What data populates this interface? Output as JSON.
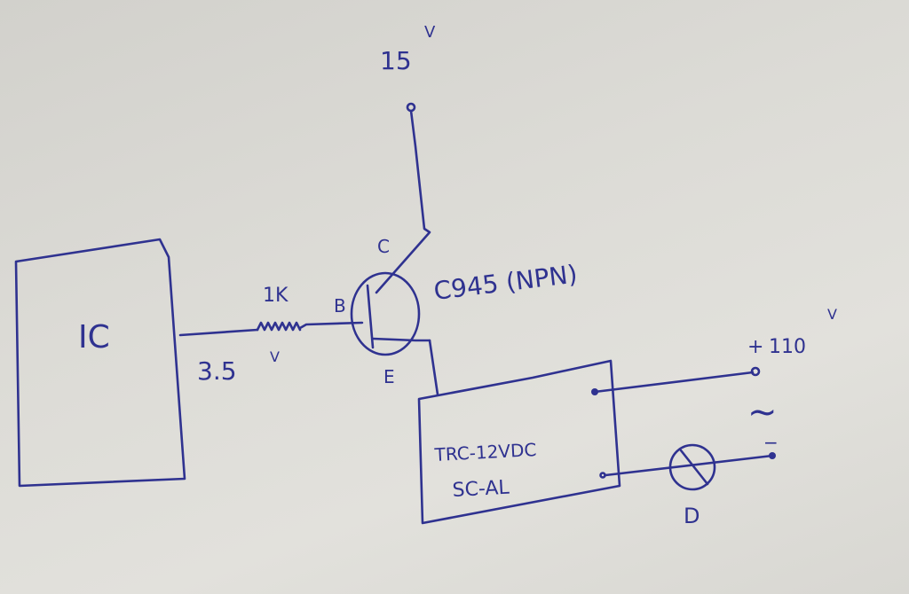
{
  "supply": {
    "value": "15",
    "unit": "V"
  },
  "ic": {
    "label": "IC"
  },
  "resistor": {
    "label": "1K"
  },
  "base_voltage": {
    "value": "3.5",
    "unit": "V"
  },
  "transistor": {
    "collector": "C",
    "base": "B",
    "emitter": "E",
    "model": "C945 (NPN)"
  },
  "relay": {
    "line1": "TRC-12VDC",
    "line2": "SC-AL"
  },
  "mains": {
    "plus": "+",
    "value": "110",
    "unit": "V",
    "ac_symbol": "~",
    "minus": "−"
  },
  "lamp": {
    "label": "D"
  },
  "colors": {
    "ink": "#2f3290",
    "paper": "#dcdbd6"
  }
}
